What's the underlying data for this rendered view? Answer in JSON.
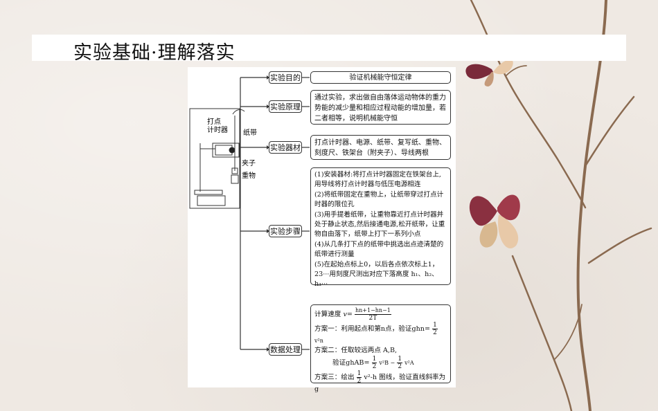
{
  "slide": {
    "title": "实验基础·理解落实"
  },
  "apparatus": {
    "label_timer": "打点\n计时器",
    "label_tape": "纸带",
    "label_clip": "夹子",
    "label_weight": "重物"
  },
  "sections": {
    "purpose": {
      "tag": "实验目的",
      "content": "验证机械能守恒定律"
    },
    "principle": {
      "tag": "实验原理",
      "content": "通过实验，求出做自由落体运动物体的重力势能的减少量和相应过程动能的增加量，若二者相等，说明机械能守恒"
    },
    "equipment": {
      "tag": "实验器材",
      "content": "打点计时器、电源、纸带、复写纸、重物、刻度尺、铁架台（附夹子）、导线两根"
    },
    "steps": {
      "tag": "实验步骤",
      "lines": [
        "(1)安装器材:将打点计时器固定在铁架台上,用导线将打点计时器与低压电源相连",
        "(2)将纸带固定在重物上，让纸带穿过打点计时器的限位孔",
        "(3)用手提着纸带，让重物靠近打点计时器并处于静止状态,然后接通电源,松开纸带，让重物自由落下，纸带上打下一系列小点",
        "(4)从几条打下点的纸带中挑选出点迹清楚的纸带进行测量",
        "(5)在起始点标上0，以后各点依次标上1，23···用刻度尺测出对应下落高度 h₁、h₂、h₃···"
      ]
    },
    "data": {
      "tag": "数据处理",
      "speed_label": "计算速度",
      "speed_var": "v=",
      "speed_num": "hn+1−hn−1",
      "speed_den": "2T",
      "plan1": "方案一：利用起点和第n点，验证ghn=",
      "plan1_tail": "v²n",
      "plan2": "方案二：任取较远两点 A,B,",
      "plan2_verify": "验证ghAB=",
      "plan2_mid": "v²B −",
      "plan2_tail": "v²A",
      "plan3": "方案三：绘出",
      "plan3_tail": "v²-h 图线，验证直线斜率为g",
      "half_num": "1",
      "half_den": "2"
    }
  },
  "colors": {
    "background": "#efe9e3",
    "branch": "#8a6a50",
    "butterfly_dark": "#7a2a3a",
    "butterfly_light": "#e8c9a8"
  }
}
